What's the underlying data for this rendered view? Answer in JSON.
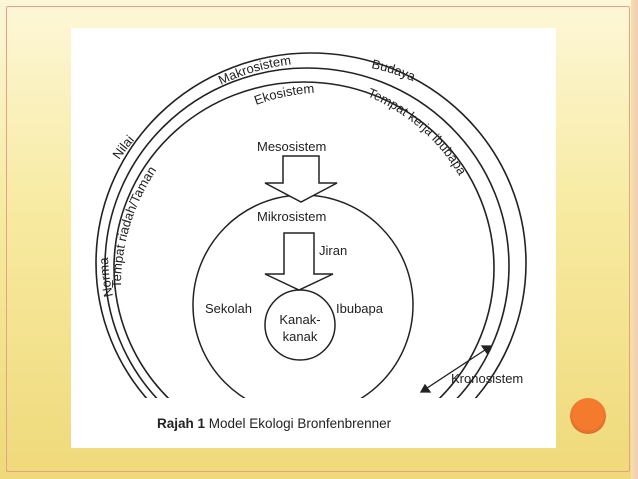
{
  "colors": {
    "accent_dot": "#f47a2e",
    "frame_border": "#e9a08a",
    "line": "#222222"
  },
  "diagram": {
    "labels": {
      "makrosistem": "Makrosistem",
      "budaya": "Budaya",
      "ekosistem": "Ekosistem",
      "tempat_kerja": "Tempat kerja ibubapa",
      "nilai": "Nilai",
      "tempat_riadah": "Tempat riadah/Taman",
      "norma": "Norma",
      "mesosistem": "Mesosistem",
      "mikrosistem": "Mikrosistem",
      "jiran": "Jiran",
      "sekolah": "Sekolah",
      "ibubapa": "Ibubapa",
      "kanak_line1": "Kanak-",
      "kanak_line2": "kanak",
      "kronosistem": "Kronosistem"
    },
    "caption": {
      "bold": "Rajah 1",
      "rest": " Model Ekologi Bronfenbrenner"
    }
  }
}
